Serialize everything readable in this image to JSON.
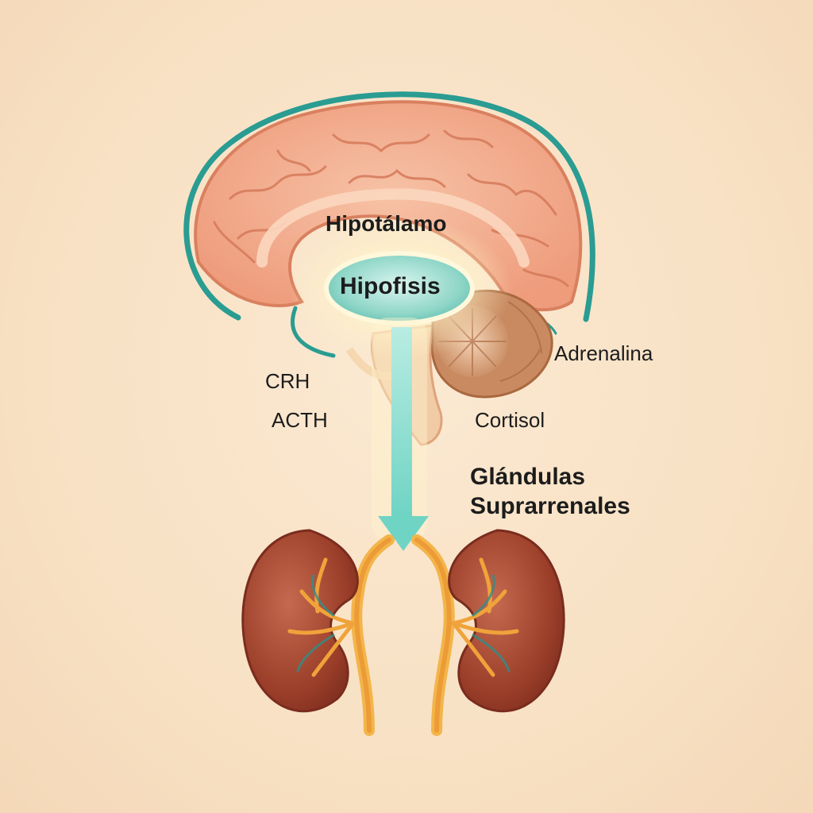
{
  "labels": {
    "hypothalamus": "Hipotálamo",
    "pituitary": "Hipofisis",
    "adrenaline": "Adrenalina",
    "crh": "CRH",
    "acth": "ACTH",
    "cortisol": "Cortisol",
    "adrenal_line1": "Glándulas",
    "adrenal_line2": "Suprarrenales"
  },
  "colors": {
    "background": "#f8e2c6",
    "brain": "#f2a98a",
    "brain_outline": "#2a9c92",
    "pituitary": "#8fd6c8",
    "arrow": "#7fdccf",
    "cerebellum": "#c98a62",
    "kidney": "#a8452f",
    "vessel": "#f0a33a"
  }
}
